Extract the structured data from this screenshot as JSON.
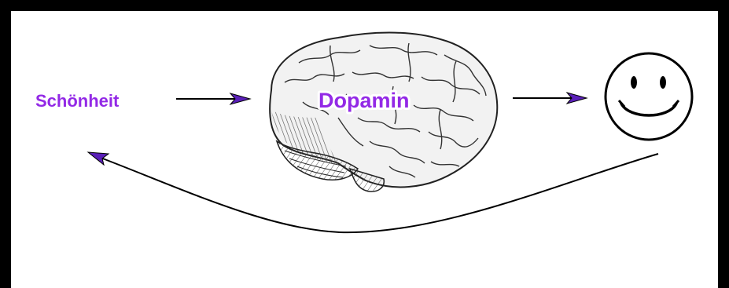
{
  "diagram": {
    "source_label": "Schönheit",
    "center_label": "Dopamin",
    "label_color": "#9329e6",
    "arrowhead_color": "#5a1fb8",
    "line_color": "#000000",
    "result_icon": "smiley-face-icon",
    "center_image": "brain-illustration"
  }
}
